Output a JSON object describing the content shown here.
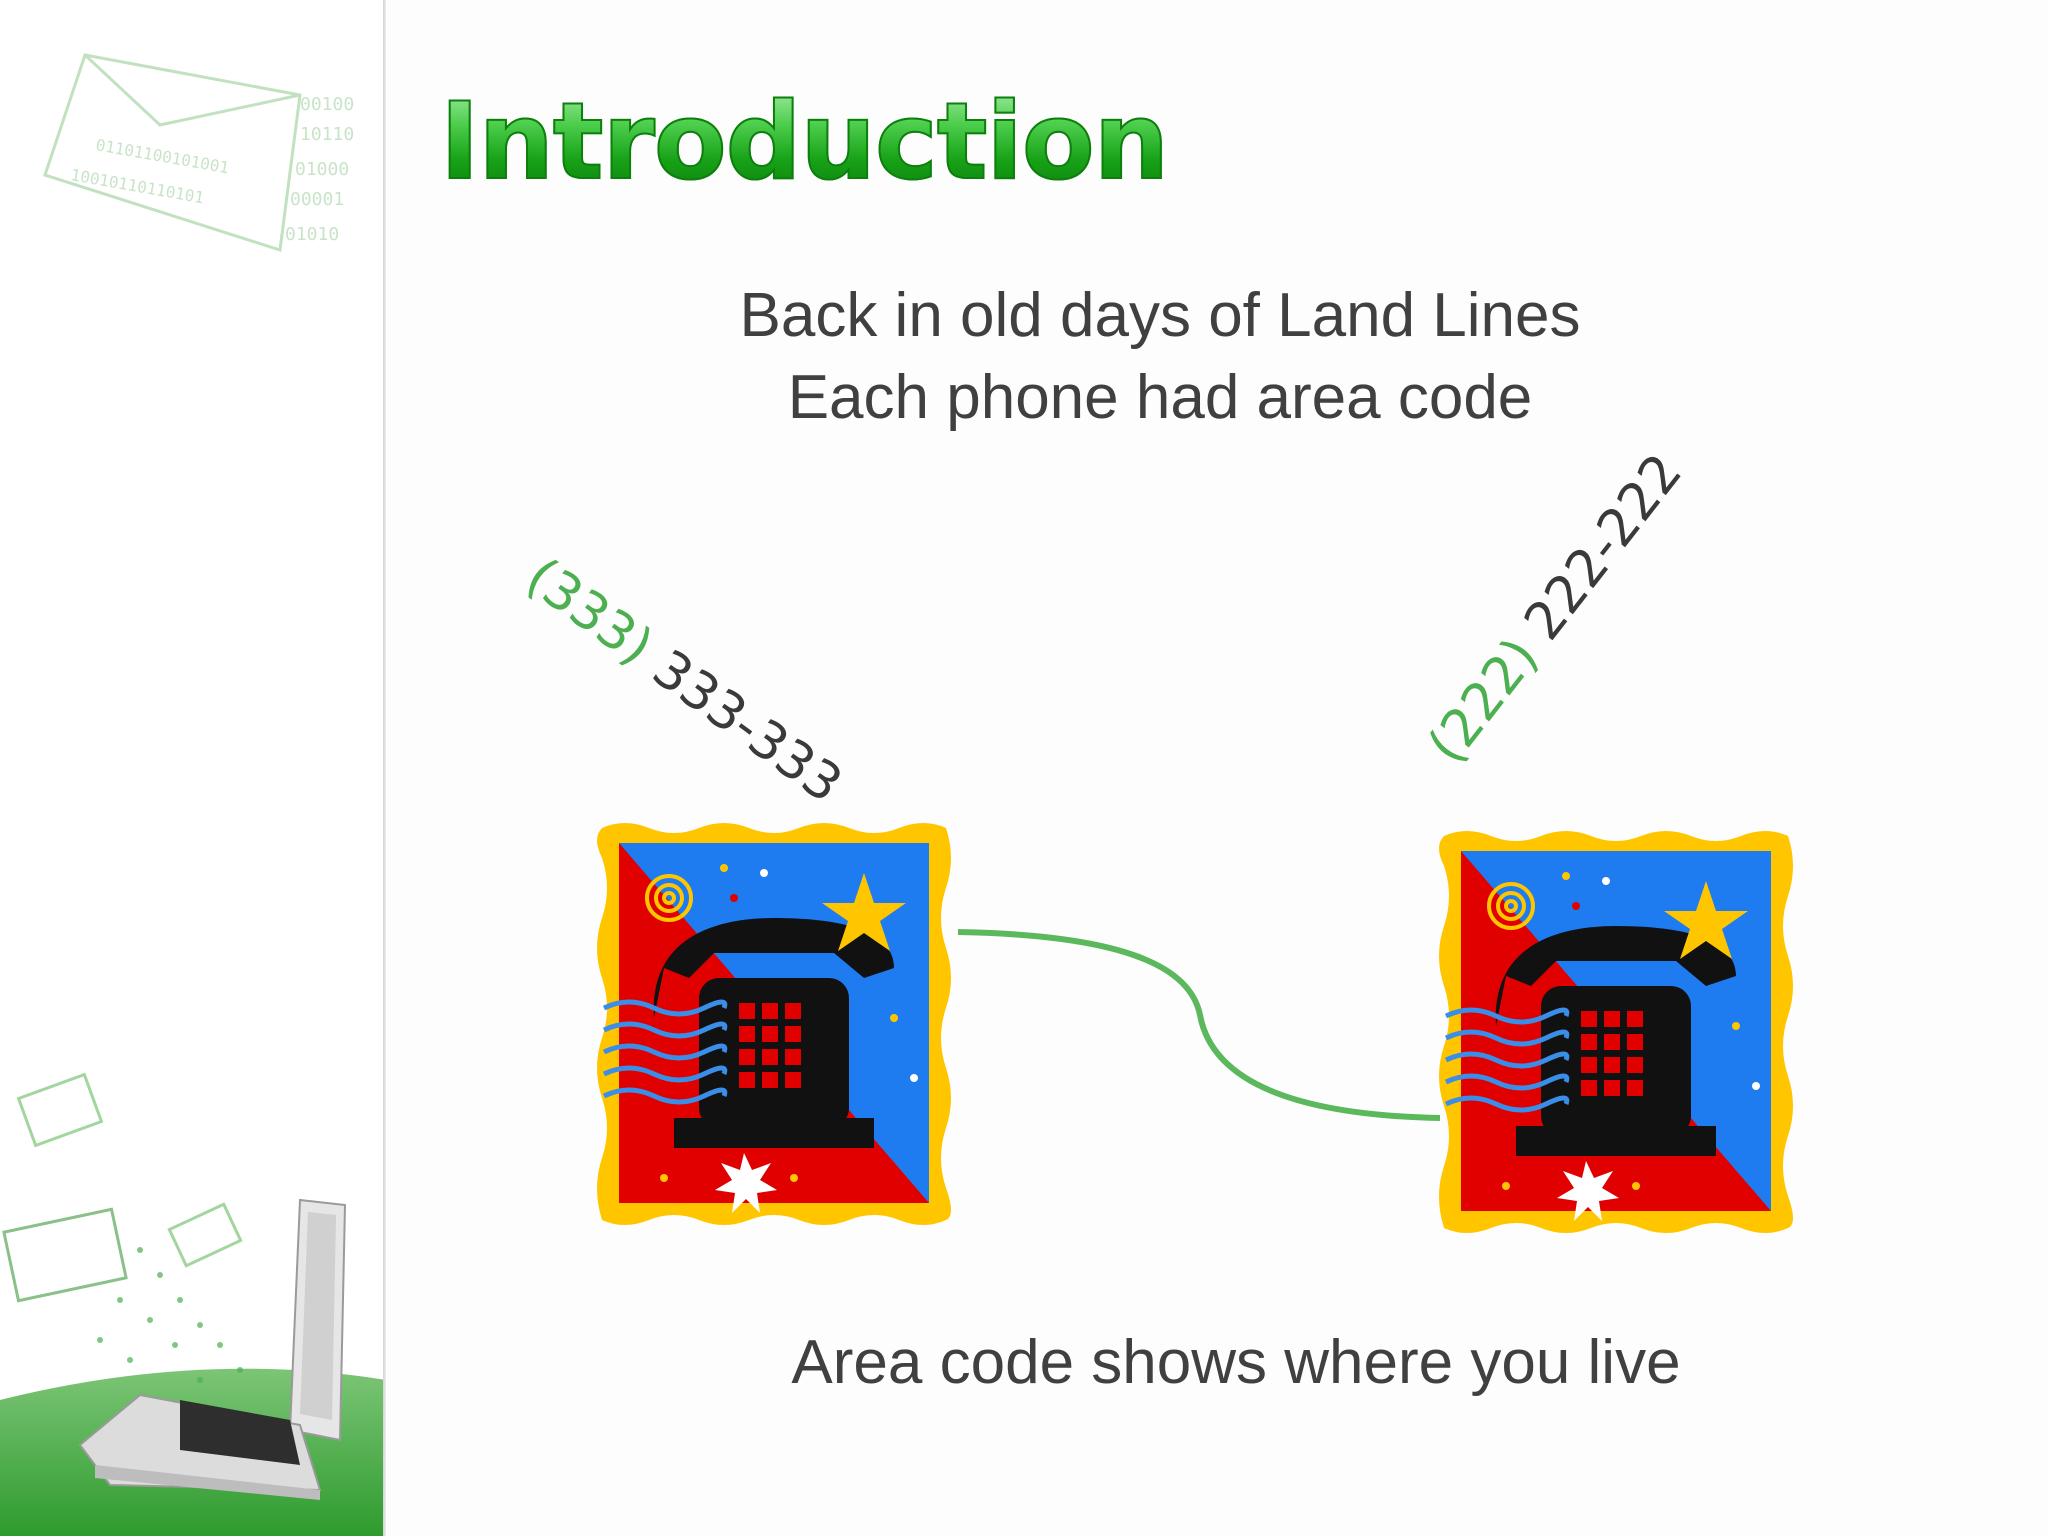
{
  "slide": {
    "title": "Introduction",
    "lines": [
      "Back in old days of Land Lines",
      "Each phone had area code"
    ],
    "caption": "Area code shows where you live"
  },
  "phones": [
    {
      "area": "(333)",
      "number": "333-333"
    },
    {
      "area": "(222)",
      "number": "222-222"
    }
  ],
  "colors": {
    "accent": "#4caf50",
    "title_green": "#17a217",
    "text": "#404040",
    "wire": "#5cb85c"
  }
}
